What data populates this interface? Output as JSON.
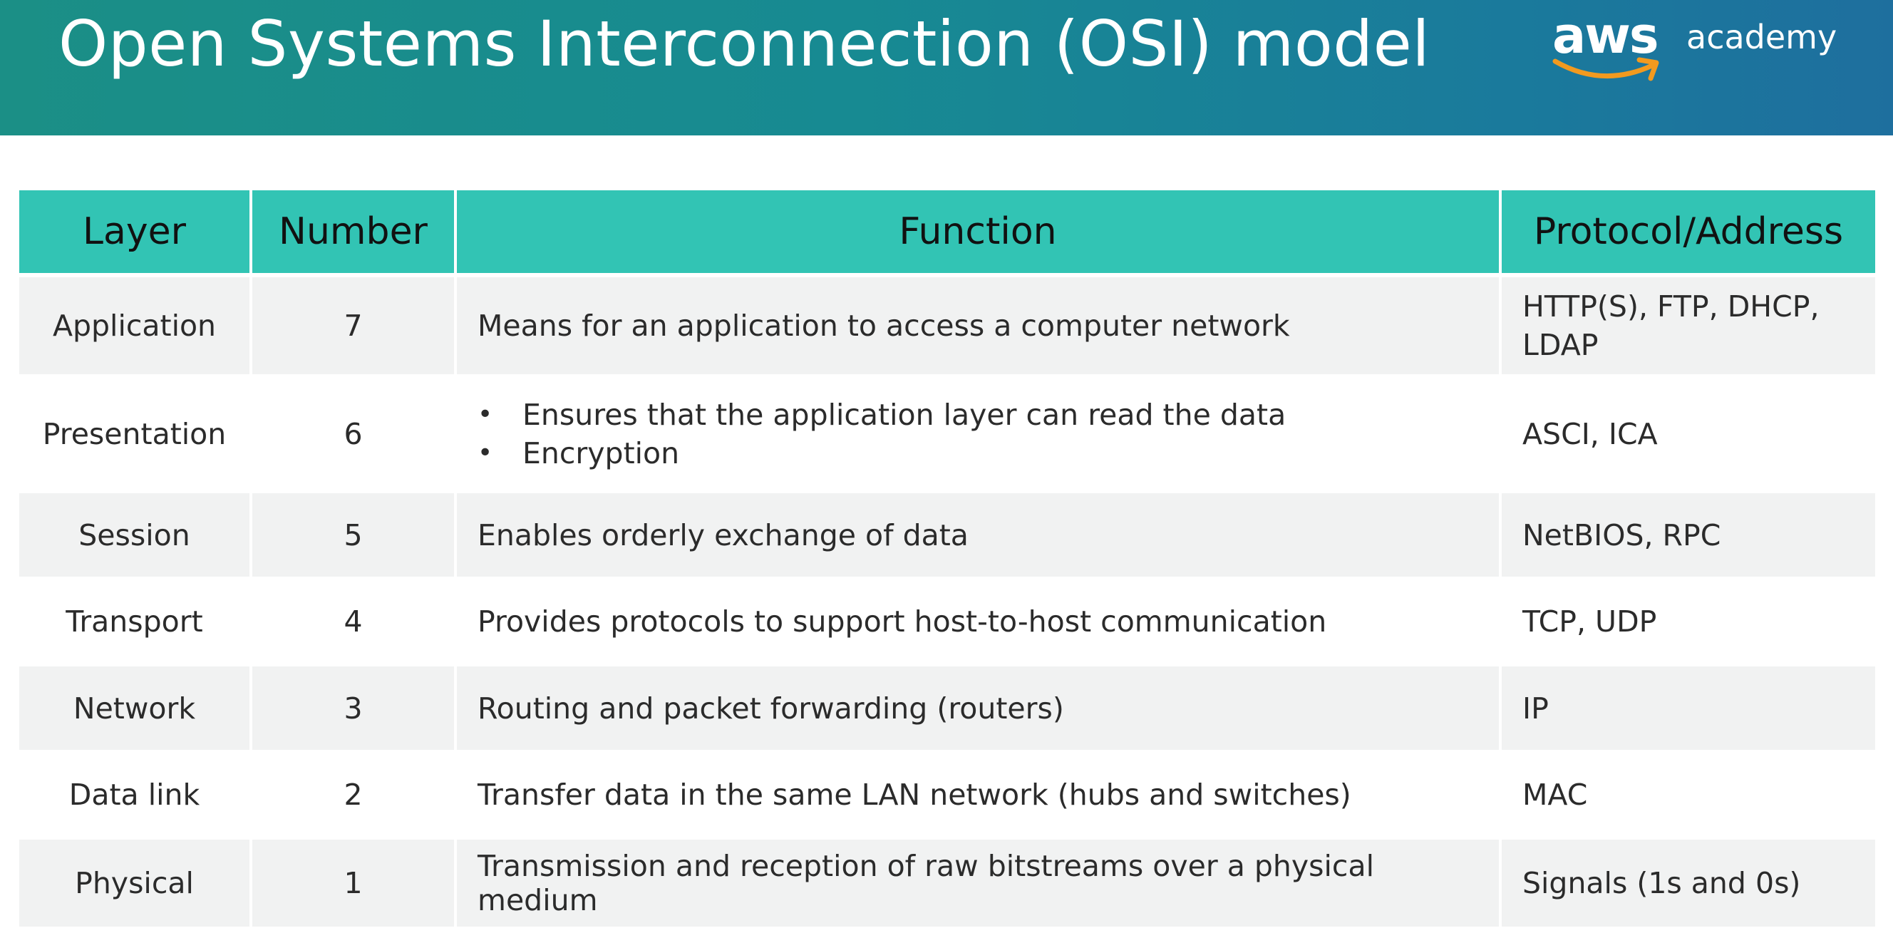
{
  "header": {
    "title": "Open Systems Interconnection (OSI) model",
    "logo": {
      "brand": "aws",
      "product": "academy"
    }
  },
  "table": {
    "columns": [
      "Layer",
      "Number",
      "Function",
      "Protocol/Address"
    ],
    "rows": [
      {
        "layer": "Application",
        "number": "7",
        "function": "Means for an application to access a computer network",
        "protocol": "HTTP(S), FTP, DHCP, LDAP"
      },
      {
        "layer": "Presentation",
        "number": "6",
        "function_items": [
          "Ensures that the application layer can read the data",
          "Encryption"
        ],
        "protocol": "ASCI, ICA"
      },
      {
        "layer": "Session",
        "number": "5",
        "function": "Enables orderly exchange of data",
        "protocol": "NetBIOS, RPC"
      },
      {
        "layer": "Transport",
        "number": "4",
        "function": "Provides protocols to support host-to-host communication",
        "protocol": "TCP, UDP"
      },
      {
        "layer": "Network",
        "number": "3",
        "function": "Routing and packet forwarding (routers)",
        "protocol": "IP"
      },
      {
        "layer": "Data link",
        "number": "2",
        "function": "Transfer data in the same LAN network (hubs and switches)",
        "protocol": "MAC"
      },
      {
        "layer": "Physical",
        "number": "1",
        "function": "Transmission and reception of raw bitstreams over a physical medium",
        "protocol": "Signals (1s and 0s)"
      }
    ]
  },
  "colors": {
    "header_start": "#1b8f86",
    "header_end": "#1e6f9e",
    "table_header": "#32c4b4",
    "row_shaded": "#f1f2f2",
    "logo_smile": "#f29a1f"
  }
}
